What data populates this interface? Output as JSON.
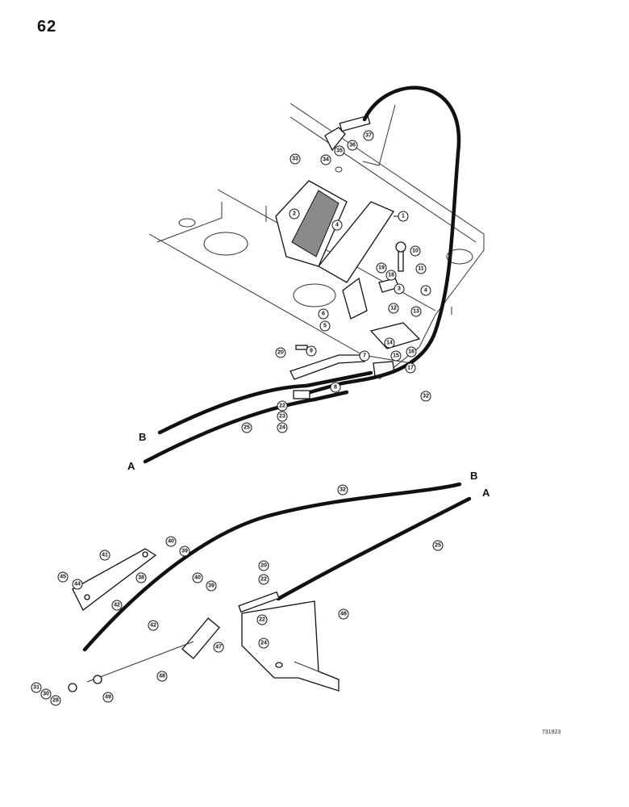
{
  "page": {
    "number": "62",
    "figure_id": "731923"
  },
  "cable_end_labels": [
    "A",
    "B"
  ],
  "callouts": [
    "1",
    "2",
    "3",
    "4",
    "5",
    "6",
    "7",
    "8",
    "9",
    "10",
    "11",
    "12",
    "13",
    "14",
    "15",
    "16",
    "17",
    "18",
    "19",
    "20",
    "22",
    "23",
    "24",
    "25",
    "28",
    "30",
    "31",
    "32",
    "33",
    "34",
    "35",
    "36",
    "37",
    "38",
    "39",
    "40",
    "41",
    "42",
    "44",
    "45",
    "46",
    "47",
    "48",
    "49"
  ]
}
